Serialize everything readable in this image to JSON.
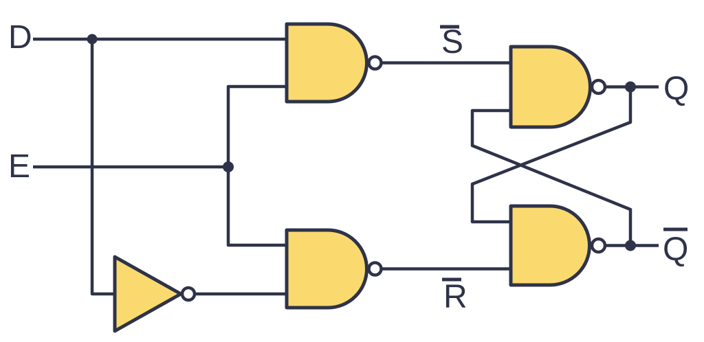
{
  "colors": {
    "background": "#ffffff",
    "line": "#2f3349",
    "gate_fill": "#fada6f",
    "bubble_fill": "#ffffff"
  },
  "labels": {
    "d_input": {
      "text": "D",
      "overbar": false
    },
    "e_input": {
      "text": "E",
      "overbar": false
    },
    "s_internal": {
      "text": "S",
      "overbar": true
    },
    "r_internal": {
      "text": "R",
      "overbar": true
    },
    "q_output": {
      "text": "Q",
      "overbar": false
    },
    "q_bar_output": {
      "text": "Q",
      "overbar": true
    }
  },
  "components": [
    {
      "name": "nand-gate-top-left",
      "type": "NAND"
    },
    {
      "name": "nand-gate-bottom-left",
      "type": "NAND"
    },
    {
      "name": "not-gate",
      "type": "NOT"
    },
    {
      "name": "nand-gate-top-right",
      "type": "NAND"
    },
    {
      "name": "nand-gate-bottom-right",
      "type": "NAND"
    }
  ]
}
